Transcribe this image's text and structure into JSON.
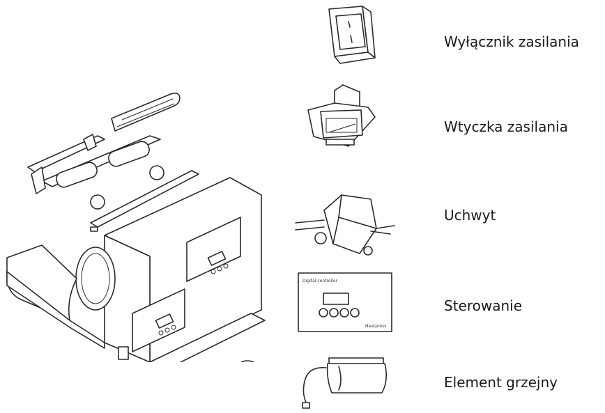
{
  "parts": [
    {
      "id": "power-switch",
      "icon": "power-switch-icon",
      "label": "Wyłącznik zasilania"
    },
    {
      "id": "power-socket",
      "icon": "power-socket-icon",
      "label": "Wtyczka zasilania"
    },
    {
      "id": "handle",
      "icon": "handle-icon",
      "label": "Uchwyt"
    },
    {
      "id": "controller",
      "icon": "controller-icon",
      "label": "Sterowanie"
    },
    {
      "id": "heating-element",
      "icon": "heating-element-icon",
      "label": "Element grzejny"
    }
  ]
}
